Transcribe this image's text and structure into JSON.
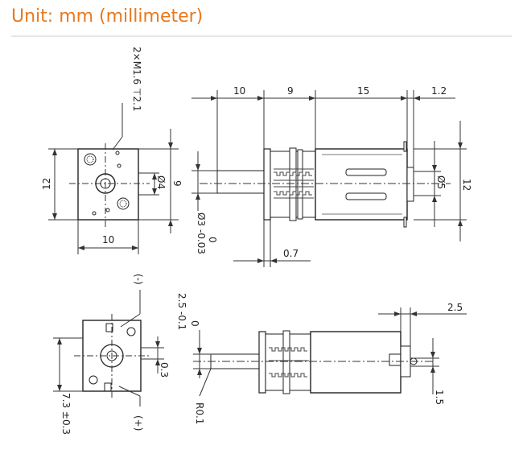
{
  "header": {
    "title": "Unit: mm (millimeter)"
  },
  "labels": {
    "screw": "2×M1.6 ⊤2.1",
    "d4": "Ø4",
    "h9": "9",
    "h12_left": "12",
    "w10_front": "10",
    "shaft_d3": "Ø3 -0.03",
    "shaft_tol0": "0",
    "top_10": "10",
    "top_9": "9",
    "top_15": "15",
    "top_1_2": "1.2",
    "d5": "Ø5",
    "h12_right": "12",
    "gap_0_7": "0.7",
    "minus": "(-)",
    "plus": "(+)",
    "d2_5": "2.5 -0.1",
    "d2_5_tol0": "0",
    "d0_3": "0.3",
    "d7_3": "7.3 ±0.3",
    "r0_1": "R0.1",
    "term_2_5": "2.5",
    "term_1_5": "1.5"
  },
  "colors": {
    "title": "#e8791c",
    "line": "#333333"
  }
}
